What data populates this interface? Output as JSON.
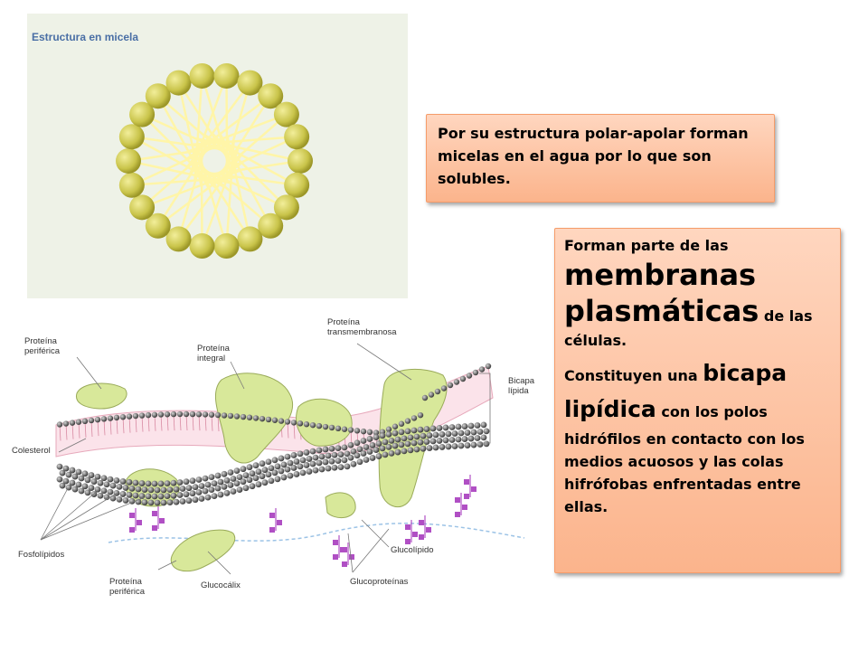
{
  "micelle": {
    "title": "Estructura en micela"
  },
  "membrane_labels": {
    "proteina_periferica_top": "Proteína\nperiférica",
    "proteina_integral": "Proteína\nintegral",
    "proteina_transmembranosa": "Proteína\ntransmembranosa",
    "bicapa_lipida": "Bicapa\nlípida",
    "colesterol": "Colesterol",
    "fosfolipidos": "Fosfolípidos",
    "glucolipido": "Glucolípido",
    "proteina_periferica_bottom": "Proteína\nperiférica",
    "glucocalix": "Glucocálix",
    "glucoproteinas": "Glucoproteínas"
  },
  "callout_micelas": {
    "text": "Por su estructura polar-apolar forman micelas en el agua por lo que son solubles."
  },
  "callout_membranas": {
    "line1": "Forman parte de las",
    "big1": "membranas plasmáticas",
    "after_big1": " de las células.",
    "line2": "Constituyen una ",
    "big2": "bicapa lipídica",
    "after_big2": " con  los polos hidrófilos en contacto con los medios acuosos y las colas hifrófobas enfrentadas entre ellas."
  },
  "colors": {
    "micelle_head": "#c9c44a",
    "micelle_tail": "#fff5a8",
    "protein": "#d8e89a",
    "lipid_head": "#5a5a5a",
    "glyco": "#b04fc4",
    "callout_fill": "#fbb48c",
    "callout_border": "#f59c6a"
  }
}
